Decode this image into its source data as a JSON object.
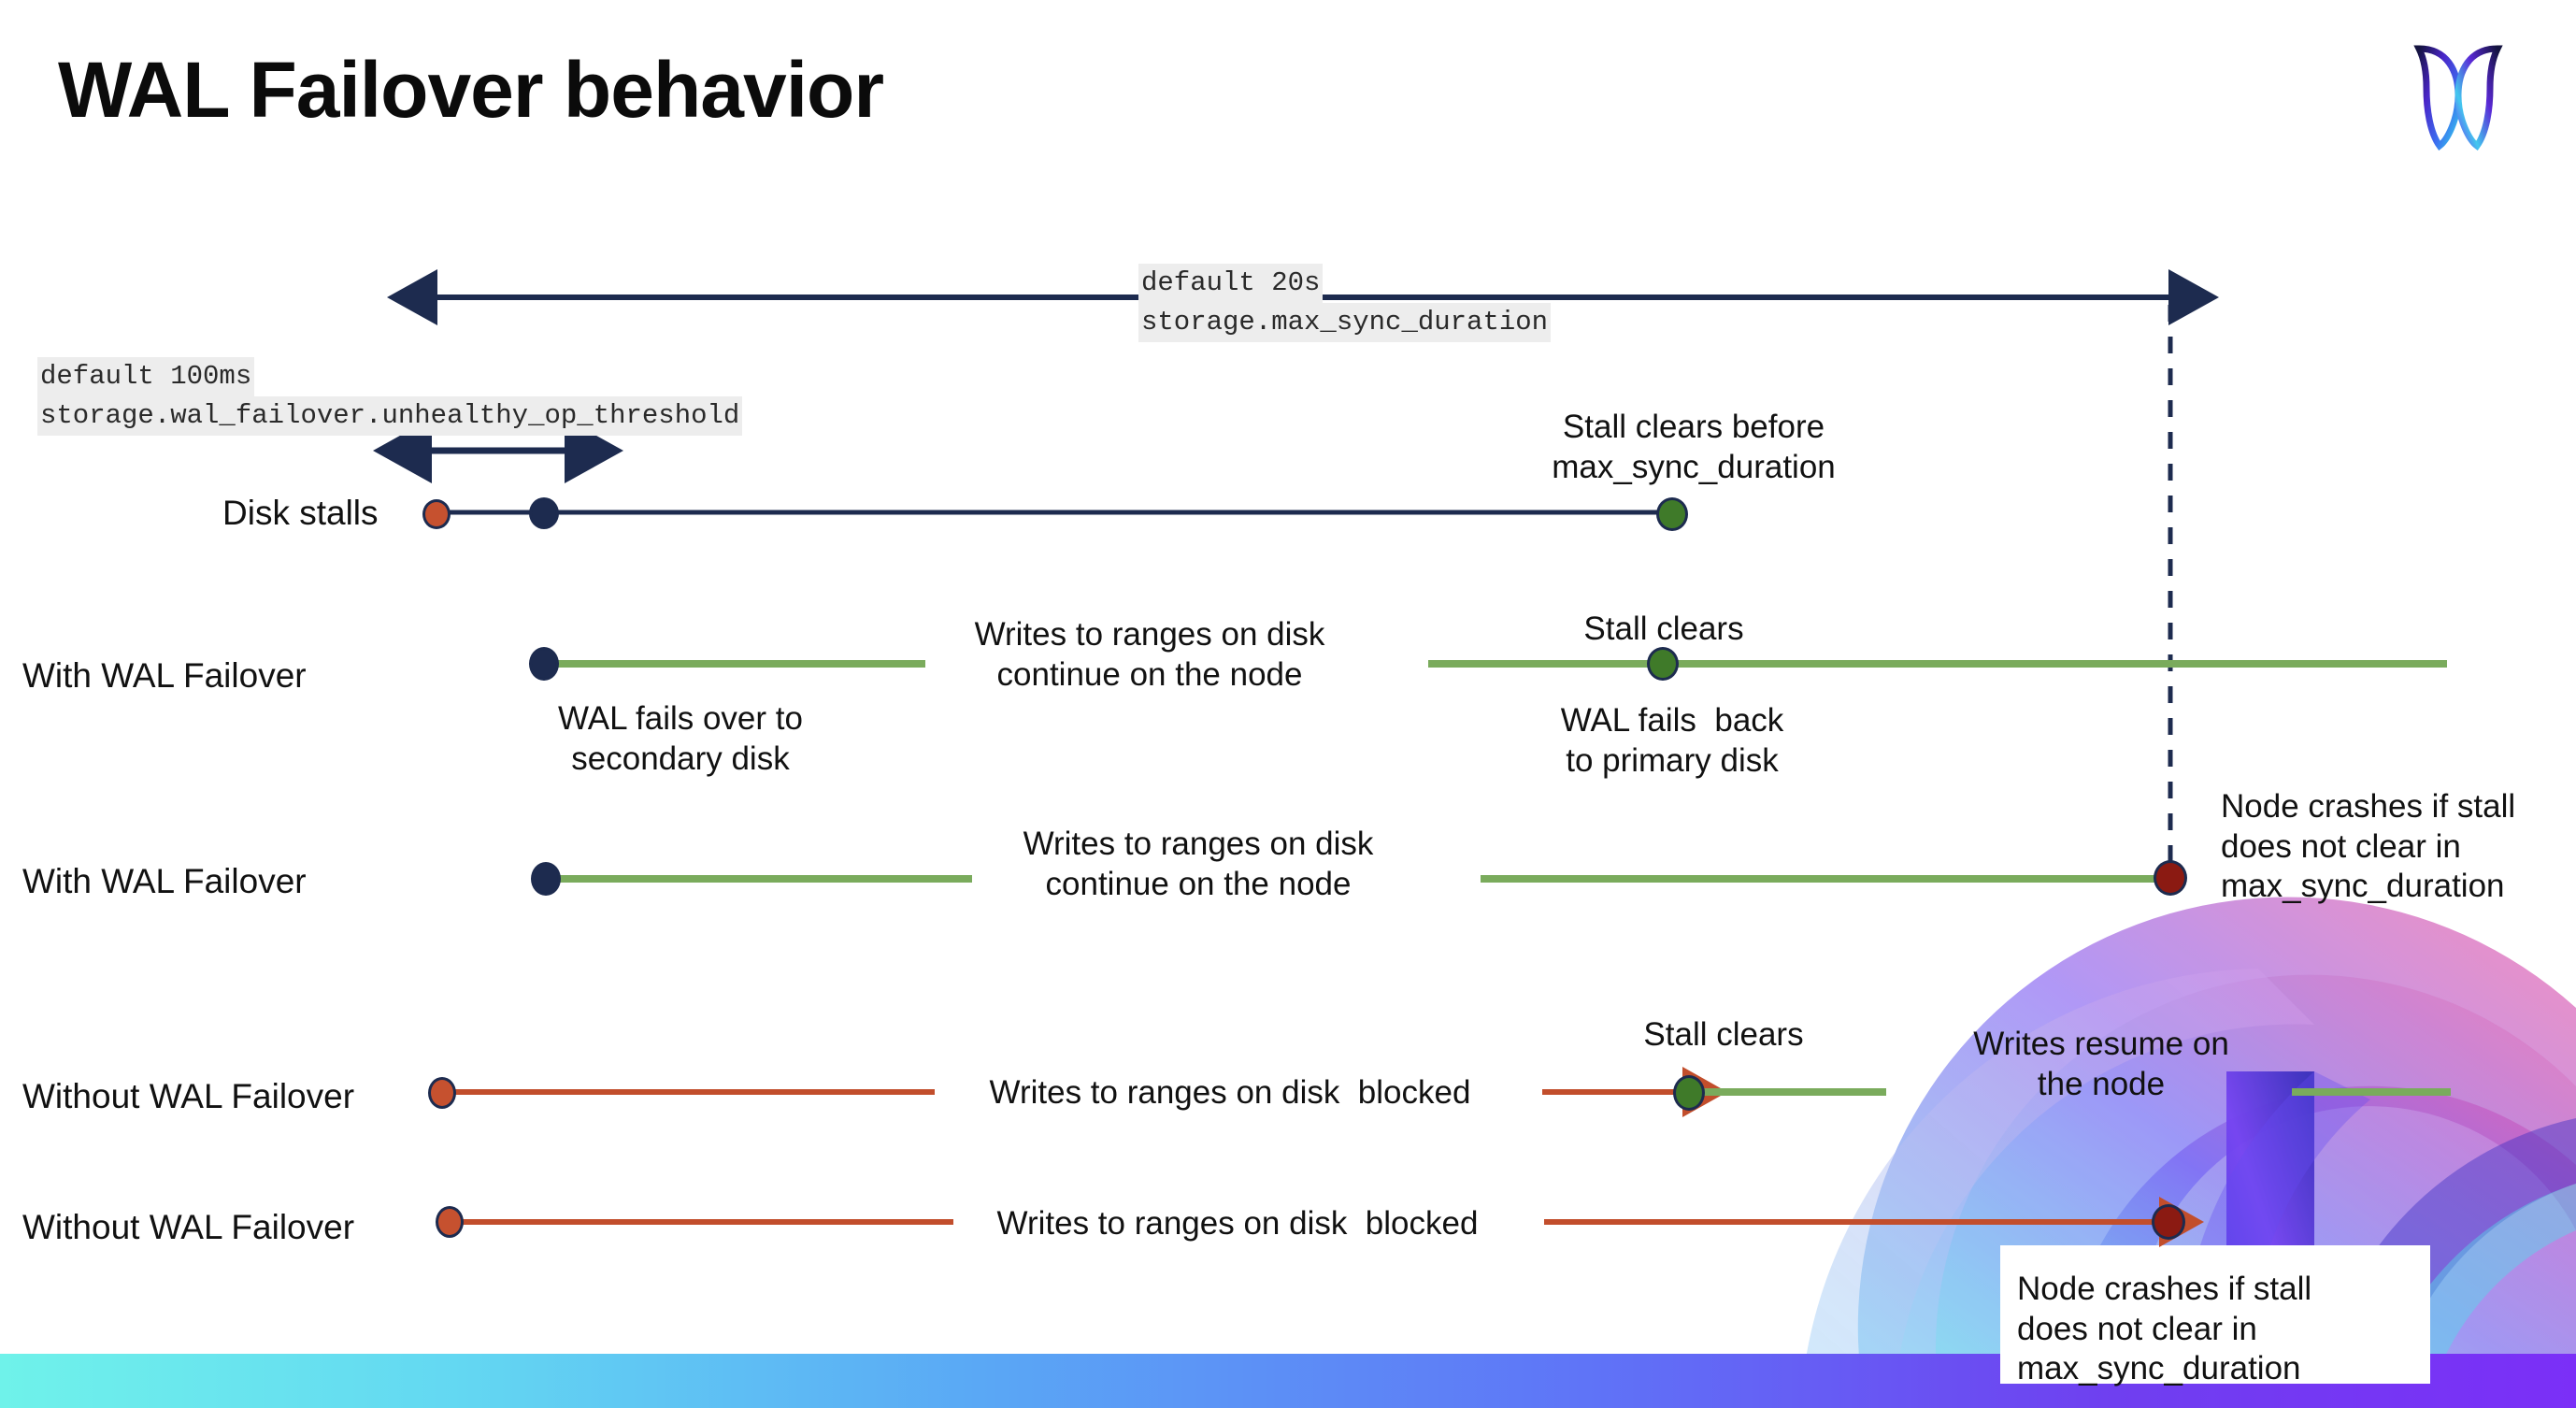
{
  "slide": {
    "title": "WAL Failover behavior",
    "brand_logo": "cockroachdb-logo"
  },
  "annotations": {
    "max_sync_duration": {
      "default_line": "default 20s",
      "setting_line": "storage.max_sync_duration"
    },
    "unhealthy_op_threshold": {
      "default_line": "default 100ms",
      "setting_line": "storage.wal_failover.unhealthy_op_threshold"
    }
  },
  "rows": [
    {
      "label": "Disk stalls",
      "above_note": "Stall clears before\nmax_sync_duration",
      "below_note": ""
    },
    {
      "label": "With WAL Failover",
      "mid_note": "Writes to ranges on disk\ncontinue on the node",
      "above_note": "Stall clears",
      "below_note": "WAL fails  back\nto primary disk",
      "start_note": "WAL fails over to\nsecondary disk"
    },
    {
      "label": "With WAL Failover",
      "mid_note": "Writes to ranges on disk\ncontinue on the node",
      "end_note": "Node crashes if stall\ndoes not clear in\nmax_sync_duration"
    },
    {
      "label": "Without WAL Failover",
      "mid_note": "Writes to ranges on disk  blocked",
      "above_note": "Stall clears",
      "right_note": "Writes resume on\nthe node"
    },
    {
      "label": "Without WAL Failover",
      "mid_note": "Writes to ranges on disk  blocked",
      "end_note": "Node crashes if stall\ndoes not clear in\nmax_sync_duration"
    }
  ],
  "colors": {
    "navy": "#1d2b4f",
    "green_bar": "#7aab5c",
    "green_dot": "#3f7a29",
    "orange_bar": "#c24e2c",
    "orange_dot": "#c6512f",
    "dark_red_dot": "#8b1a12",
    "code_chip_bg": "#ededed",
    "title_color": "#0b0b0b"
  }
}
